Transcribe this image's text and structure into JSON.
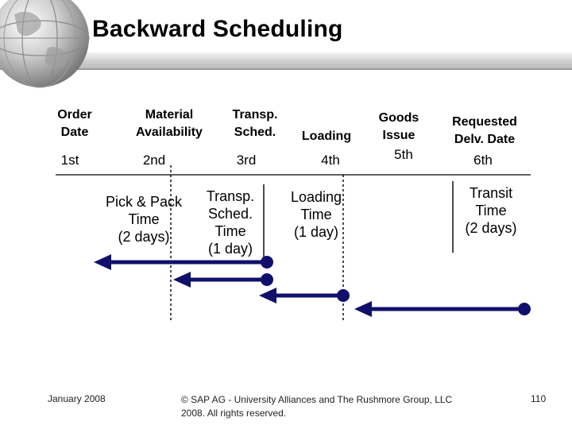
{
  "slide": {
    "title": "Backward Scheduling",
    "footer_date": "January 2008",
    "footer_copyright_line1": "© SAP AG - University Alliances and The Rushmore Group, LLC",
    "footer_copyright_line2": "2008. All rights reserved.",
    "page_number": "110"
  },
  "milestones": [
    {
      "header_line1": "Order",
      "header_line2": "Date",
      "order": "1st"
    },
    {
      "header_line1": "Material",
      "header_line2": "Availability",
      "order": "2nd"
    },
    {
      "header_line1": "Transp.",
      "header_line2": "Sched.",
      "order": "3rd"
    },
    {
      "header_line1": "",
      "header_line2": "Loading",
      "order": "4th"
    },
    {
      "header_line1": "Goods",
      "header_line2": "Issue",
      "order": "5th"
    },
    {
      "header_line1": "Requested",
      "header_line2": "Delv. Date",
      "order": "6th"
    }
  ],
  "durations": [
    {
      "line1": "Pick & Pack",
      "line2": "Time",
      "line3": "(2 days)",
      "line4": ""
    },
    {
      "line1": "Transp.",
      "line2": "Sched.",
      "line3": "Time",
      "line4": "(1 day)"
    },
    {
      "line1": "Loading",
      "line2": "Time",
      "line3": "(1 day)",
      "line4": ""
    },
    {
      "line1": "Transit",
      "line2": "Time",
      "line3": "(2 days)",
      "line4": ""
    }
  ],
  "colors": {
    "arrow": "#10106b",
    "divider": "#000000",
    "grey_band": "#c8c8c8"
  }
}
